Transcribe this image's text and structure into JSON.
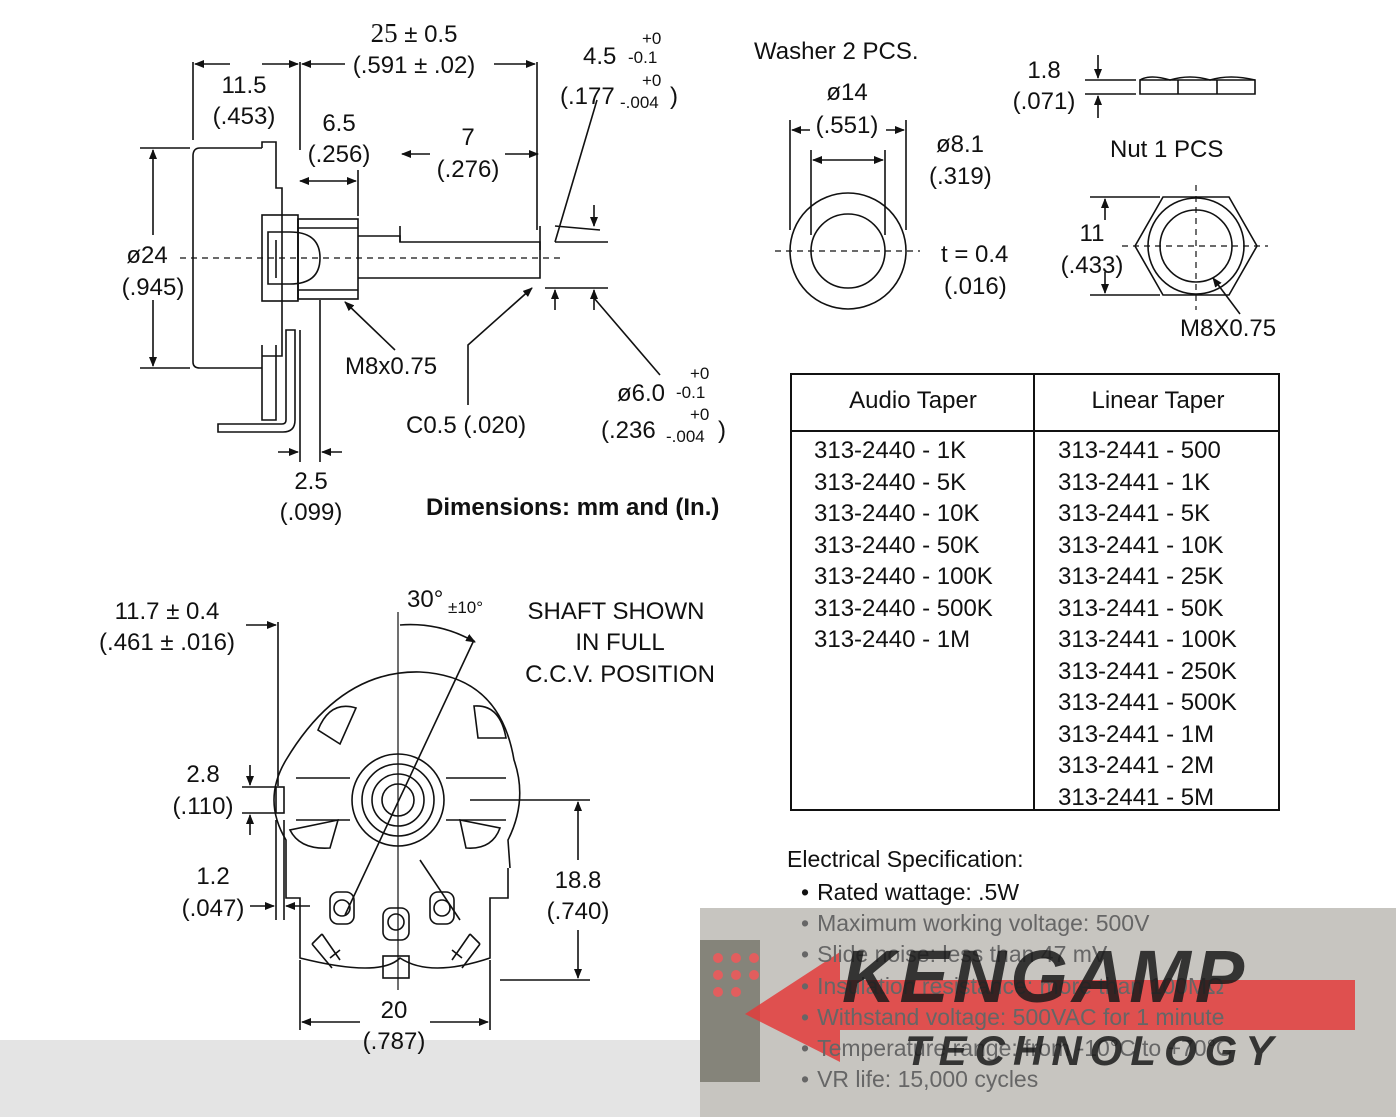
{
  "dims": {
    "overall_len": "25",
    "overall_tol": "± 0.5",
    "overall_in": "(.591 ± .02)",
    "body_depth": "11.5",
    "body_depth_in": "(.453)",
    "thread_len": "6.5",
    "thread_len_in": "(.256)",
    "flat_len": "7",
    "flat_len_in": "(.276)",
    "flat_depth": "4.5",
    "flat_tol_plus": "+0",
    "flat_tol_minus": "-0.1",
    "flat_in": "(.177",
    "flat_in_tol_plus": "+0",
    "flat_in_tol_minus": "-.004",
    "flat_in_close": ")",
    "body_dia": "ø24",
    "body_dia_in": "(.945)",
    "thread": "M8x0.75",
    "chamfer": "C0.5 (.020)",
    "shaft_dia": "ø6.0",
    "shaft_tol_plus": "+0",
    "shaft_tol_minus": "-0.1",
    "shaft_in": "(.236",
    "shaft_in_tol_plus": "+0",
    "shaft_in_tol_minus": "-.004",
    "shaft_in_close": ")",
    "lug_thk": "2.5",
    "lug_thk_in": "(.099)",
    "units_note": "Dimensions: mm and (In.)"
  },
  "washer": {
    "title": "Washer 2 PCS.",
    "od": "ø14",
    "od_in": "(.551)",
    "id": "ø8.1",
    "id_in": "(.319)",
    "thk": "t = 0.4",
    "thk_in": "(.016)"
  },
  "nut": {
    "thk": "1.8",
    "thk_in": "(.071)",
    "title": "Nut 1 PCS",
    "flats": "11",
    "flats_in": "(.433)",
    "thread": "M8X0.75"
  },
  "front": {
    "tab_offset": "11.7 ± 0.4",
    "tab_offset_in": "(.461 ± .016)",
    "angle": "30°",
    "angle_tol": "±10°",
    "note1": "SHAFT SHOWN",
    "note2": "IN FULL",
    "note3": "C.C.V. POSITION",
    "tab_w": "2.8",
    "tab_w_in": "(.110)",
    "tab_t": "1.2",
    "tab_t_in": "(.047)",
    "height": "18.8",
    "height_in": "(.740)",
    "width": "20",
    "width_in": "(.787)"
  },
  "table": {
    "audio_header": "Audio Taper",
    "linear_header": "Linear Taper",
    "audio": [
      "313-2440 - 1K",
      "313-2440 - 5K",
      "313-2440 - 10K",
      "313-2440 - 50K",
      "313-2440 - 100K",
      "313-2440 - 500K",
      "313-2440 - 1M"
    ],
    "linear": [
      "313-2441 - 500",
      "313-2441 - 1K",
      "313-2441 - 5K",
      "313-2441 - 10K",
      "313-2441 - 25K",
      "313-2441 - 50K",
      "313-2441 - 100K",
      "313-2441 - 250K",
      "313-2441 - 500K",
      "313-2441 - 1M",
      "313-2441 - 2M",
      "313-2441 - 5M"
    ]
  },
  "spec": {
    "title": "Electrical Specification:",
    "items": [
      "Rated wattage: .5W",
      "Maximum working voltage: 500V",
      "Slide noise: less than 47 mV",
      "Insulation resistance: more than 100MΩ",
      "Withstand voltage: 500VAC for 1 minute",
      "Temperature range: from -10°C to +70°C",
      "VR life: 15,000 cycles"
    ]
  },
  "logo": {
    "brand": "KENGAMP",
    "sub": "TECHNOLOGY"
  },
  "colors": {
    "ink": "#111111",
    "logo_red": "#e02a2a",
    "logo_panel": "#8f8d82"
  }
}
